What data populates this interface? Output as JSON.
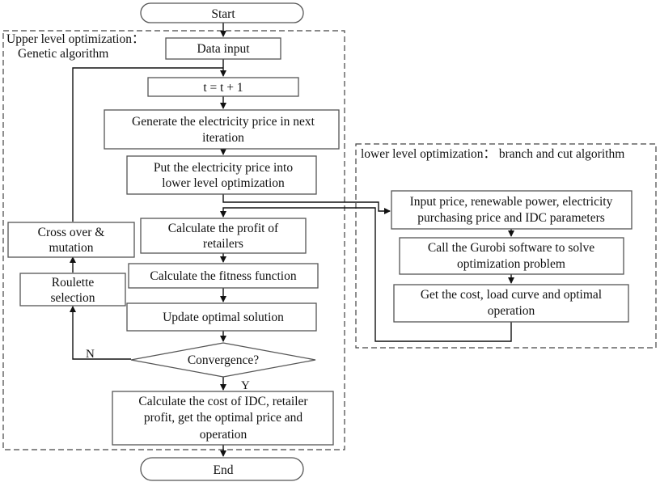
{
  "start": "Start",
  "end": "End",
  "upper_region": {
    "line1": "Upper level optimization：",
    "line2": "Genetic algorithm"
  },
  "lower_region": {
    "label": "lower level optimization： branch and cut algorithm"
  },
  "steps": {
    "data_input": "Data input",
    "t_update": "t = t + 1",
    "gen_price": [
      "Generate the electricity price in next",
      "iteration"
    ],
    "put_price": [
      "Put the electricity price into",
      "lower level optimization"
    ],
    "calc_profit": [
      "Calculate the profit of",
      "retailers"
    ],
    "calc_fitness": "Calculate the fitness function",
    "update_opt": "Update optimal solution",
    "convergence": "Convergence?",
    "final": [
      "Calculate the cost of IDC, retailer",
      "profit, get the optimal price and",
      "operation"
    ],
    "crossover": [
      "Cross over &",
      "mutation"
    ],
    "roulette": [
      "Roulette",
      "selection"
    ],
    "input_price": [
      "Input price, renewable power, electricity",
      "purchasing price and IDC parameters"
    ],
    "gurobi": [
      "Call the Gurobi software to solve",
      "optimization problem"
    ],
    "get_cost": [
      "Get the cost, load curve and optimal",
      "operation"
    ]
  },
  "branch_labels": {
    "no": "N",
    "yes": "Y"
  }
}
